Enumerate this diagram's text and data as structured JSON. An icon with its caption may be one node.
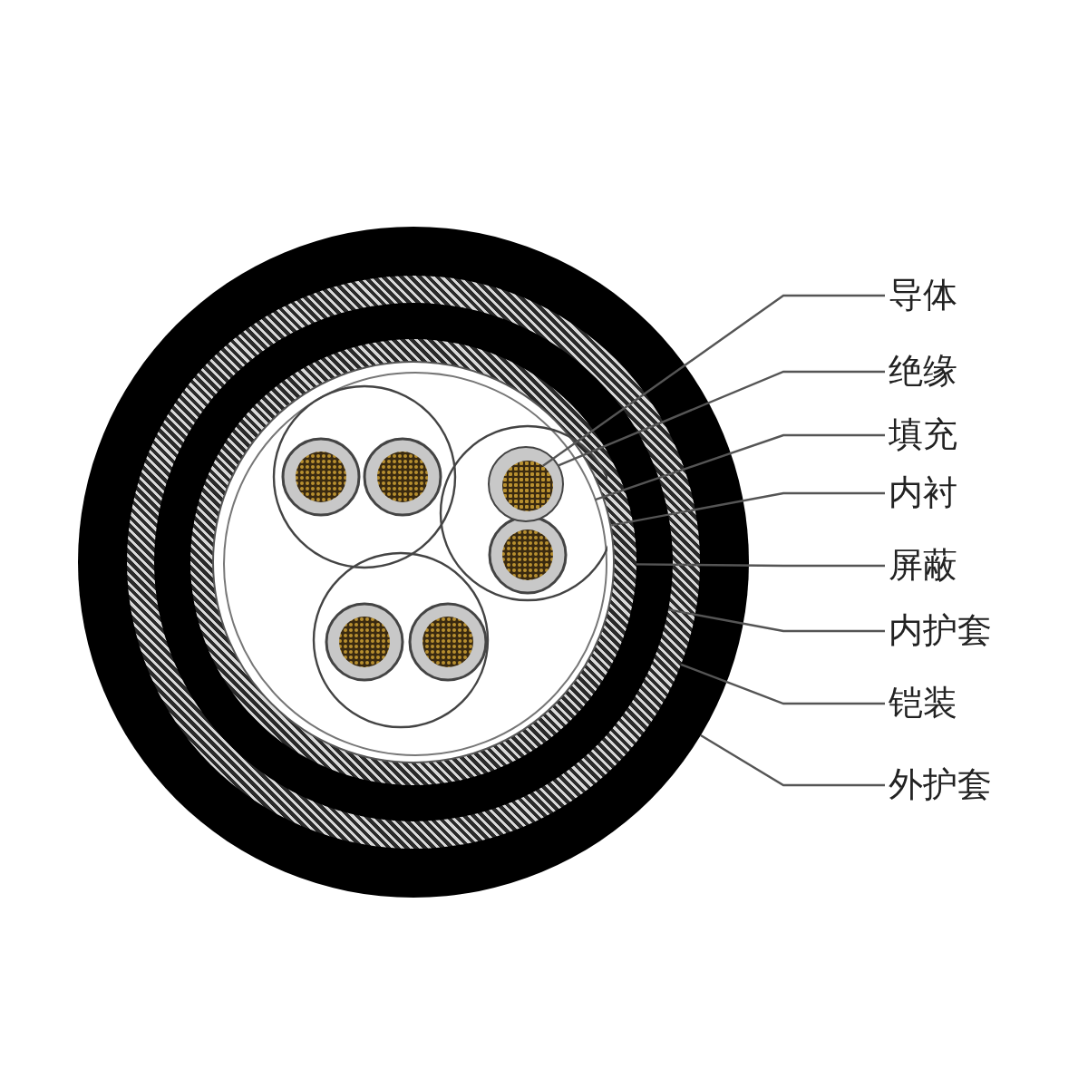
{
  "diagram": {
    "nodes": [
      {
        "text": [],
        "shape": "circle"
      },
      {
        "text": [],
        "shape": "circle",
        "in": 0
      },
      {
        "text": [],
        "shape": "circle",
        "in": 1
      },
      {
        "text": [],
        "shape": "circle",
        "in": 2
      },
      {
        "text": [],
        "shape": "circle",
        "in": 3
      },
      {
        "text": [],
        "shape": "circle",
        "in": 4
      },
      {
        "text": [],
        "shape": "circle",
        "in": 5
      },
      {
        "text": [],
        "shape": "circle",
        "in": 6
      },
      {
        "text": [
          "导体"
        ]
      },
      {
        "text": [
          "绝缘"
        ]
      },
      {
        "text": [
          "填充"
        ]
      },
      {
        "text": [
          "内衬"
        ]
      },
      {
        "text": [
          "屏蔽"
        ]
      },
      {
        "text": [
          "内护套"
        ]
      },
      {
        "text": [
          "铠装"
        ]
      },
      {
        "text": [
          "外护套"
        ]
      }
    ],
    "edges": [
      {
        "from": 8,
        "to": 7,
        "arrow": "none"
      },
      {
        "from": 9,
        "to": 6,
        "arrow": "none"
      },
      {
        "from": 10,
        "to": 5,
        "arrow": "none"
      },
      {
        "from": 11,
        "to": 4,
        "arrow": "none"
      },
      {
        "from": 12,
        "to": 3,
        "arrow": "none"
      },
      {
        "from": 13,
        "to": 2,
        "arrow": "none"
      },
      {
        "from": 14,
        "to": 1,
        "arrow": "none"
      },
      {
        "from": 15,
        "to": 0,
        "arrow": "none"
      }
    ]
  }
}
